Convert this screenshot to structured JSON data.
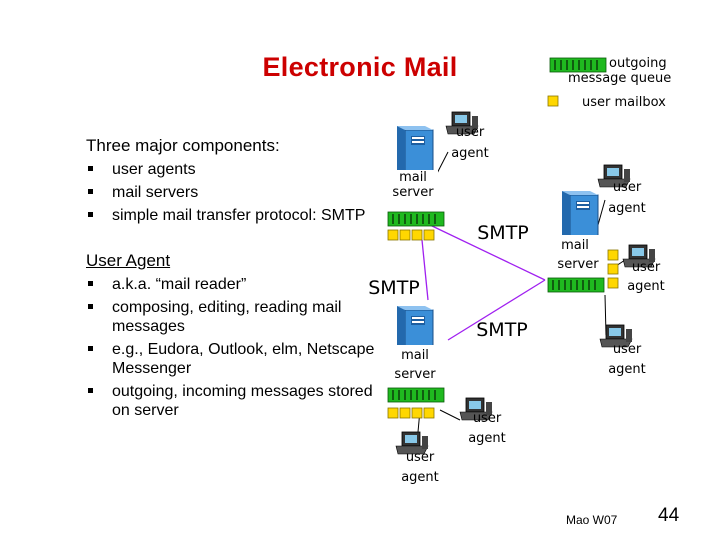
{
  "title": "Electronic Mail",
  "legend": {
    "queue_line1": "outgoing",
    "queue_line2": "message queue",
    "mailbox": "user mailbox"
  },
  "components": {
    "heading": "Three major components:",
    "items": [
      "user agents",
      "mail servers",
      "simple mail transfer protocol: SMTP"
    ]
  },
  "user_agent": {
    "heading": "User Agent",
    "items": [
      "a.k.a. “mail reader”",
      "composing, editing, reading mail messages",
      "e.g., Eudora, Outlook, elm, Netscape Messenger",
      "outgoing, incoming messages stored on server"
    ]
  },
  "diagram": {
    "user_label_1": "user",
    "user_label_2": "agent",
    "server_label_1": "mail",
    "server_label_2": "server",
    "smtp": "SMTP"
  },
  "footer": {
    "author": "Mao W07",
    "page": "44"
  },
  "colors": {
    "title": "#cc0000",
    "queue": "#1fb91f",
    "mailbox": "#ffd700",
    "server": "#3b8fd8",
    "link": "#a020f0"
  },
  "icons": [
    "computer-icon",
    "server-icon",
    "message-queue-icon",
    "mailbox-icon"
  ]
}
